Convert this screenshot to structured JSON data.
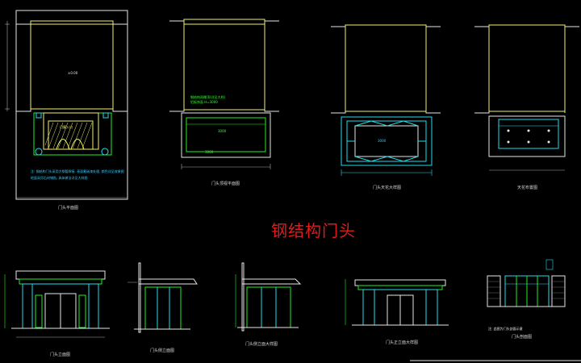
{
  "title": "钢结构门头",
  "captions": {
    "plan1": "门头平面图",
    "plan2": "门头顶视平面图",
    "plan3": "门头天花大样图",
    "plan4": "天花布置图",
    "elev1": "门头立面图",
    "elev2": "门头侧立面图",
    "elev3": "门头侧立面大样图",
    "elev4": "门头正立面大样图",
    "elev5": "门头剖面图"
  },
  "annotations": {
    "plan1_center": "±0.00",
    "plan1_hatch": "门廊入口",
    "plan1_note1": "注: 钢结构门头采用方钢管焊接, 表面氟碳漆处理, 颜色详见效果图",
    "plan1_note2": "地面采用石材铺贴, 具体做法详见大样图",
    "plan2_note": "钢结构雨棚顶(详见大样)\n铝板饰面 H=3000",
    "plan2_dim1": "3000",
    "plan2_dim2": "3000",
    "plan3_dim": "3000",
    "elev5_note": "注: 此图为门头剖面示意"
  },
  "colors": {
    "background": "#000000",
    "frame_white": "#e6e6e6",
    "frame_yellow": "#f2f26a",
    "green": "#22ee22",
    "cyan": "#22ddee",
    "title_red": "#e01b1b"
  }
}
